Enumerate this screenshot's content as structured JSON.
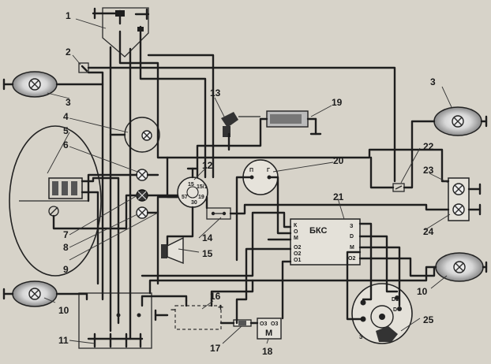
{
  "labels": {
    "n1": "1",
    "n2": "2",
    "n3a": "3",
    "n3b": "3",
    "n4": "4",
    "n5": "5",
    "n6": "6",
    "n7": "7",
    "n8": "8",
    "n9": "9",
    "n10a": "10",
    "n10b": "10",
    "n11": "11",
    "n12": "12",
    "n13": "13",
    "n14": "14",
    "n15": "15",
    "n16": "16",
    "n17": "17",
    "n18": "18",
    "n19": "19",
    "n20": "20",
    "n21": "21",
    "n22": "22",
    "n23": "23",
    "n24": "24",
    "n25": "25"
  },
  "bks": {
    "title": "БКС",
    "left_terminals": [
      "К",
      "О",
      "М",
      "О2",
      "О2",
      "О1"
    ],
    "right_terminals": [
      "З",
      "D",
      "M",
      "O2"
    ]
  },
  "switch12": {
    "pins": [
      "15",
      "15/1",
      "19",
      "57",
      "30"
    ]
  },
  "sensor20": {
    "pins": [
      "П",
      "Г"
    ]
  },
  "relay18": {
    "label": "M",
    "pins": [
      "О3",
      "О3"
    ]
  },
  "battery16": {
    "minus": "−",
    "plus": "+"
  },
  "generator25": {
    "pins": [
      "D1",
      "D",
      "З"
    ]
  },
  "colors": {
    "background": "#d7d3c9",
    "ink": "#1e1e1e"
  }
}
